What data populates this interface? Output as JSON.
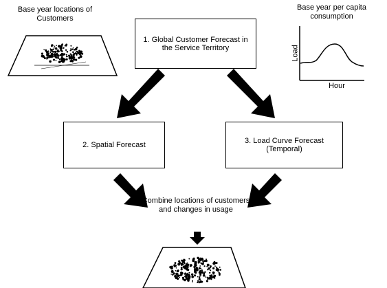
{
  "labels": {
    "customers_map_title": "Base year locations of Customers",
    "consumption_title": "Base year per capita consumption",
    "combine_text": "Combine locations of customers and changes in usage"
  },
  "boxes": {
    "global_forecast": "1. Global Customer Forecast in the Service Territory",
    "spatial_forecast": "2. Spatial Forecast",
    "load_curve_forecast": "3. Load Curve Forecast (Temporal)"
  },
  "load_chart": {
    "xlabel": "Hour",
    "ylabel": "Load"
  }
}
